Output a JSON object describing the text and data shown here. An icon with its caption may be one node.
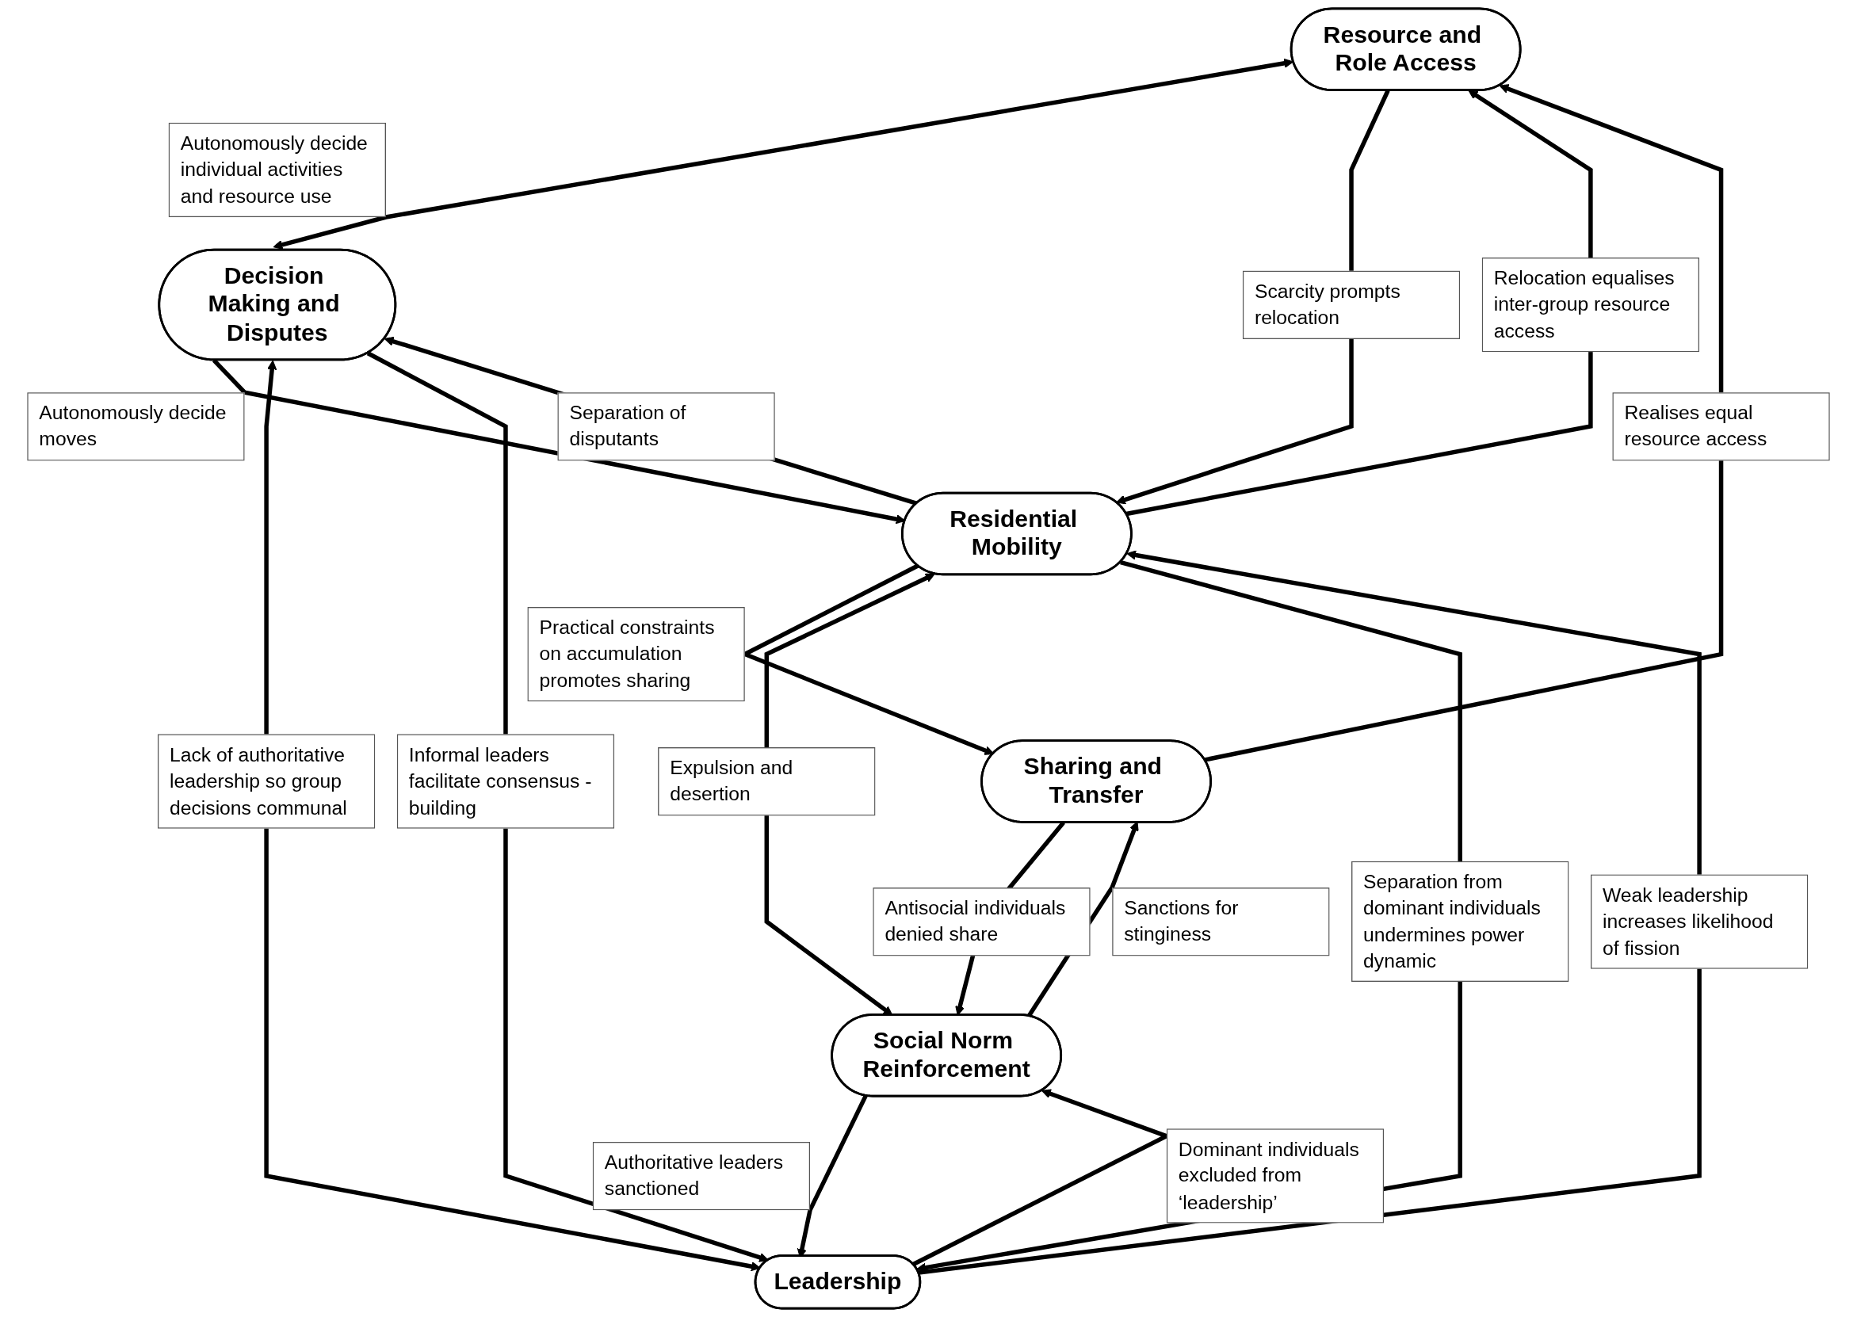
{
  "diagram": {
    "nodes": [
      {
        "text": [
          "Resource and Role Access"
        ]
      },
      {
        "text": [
          "Decision Making and Disputes"
        ]
      },
      {
        "text": [
          "Sharing and Transfer"
        ]
      },
      {
        "text": [
          "Residential Mobility"
        ]
      },
      {
        "text": [
          "Social Norm Reinforcement"
        ]
      },
      {
        "text": [
          "Leadership"
        ]
      }
    ],
    "edges": [
      {
        "from": 0,
        "to": 1,
        "arrow": "both",
        "label": "Autonomously decide individual activities and resource use"
      },
      {
        "from": 2,
        "to": 0,
        "arrow": "to",
        "label": "Realises equal resource access"
      },
      {
        "from": 3,
        "to": 0,
        "arrow": "to",
        "label": "Relocation equalises inter-group resource access"
      },
      {
        "from": 0,
        "to": 3,
        "arrow": "to",
        "label": "Scarcity prompts relocation"
      },
      {
        "from": 3,
        "to": 1,
        "arrow": "to",
        "label": "Separation of disputants"
      },
      {
        "from": 3,
        "to": 2,
        "arrow": "to",
        "label": "Practical constraints on accumulation promotes sharing"
      },
      {
        "from": 1,
        "to": 3,
        "arrow": "to",
        "label": "Autonomously decide moves"
      },
      {
        "from": 4,
        "to": 2,
        "arrow": "to",
        "label": "Sanctions for stinginess"
      },
      {
        "from": 2,
        "to": 4,
        "arrow": "to",
        "label": "Antisocial individuals denied share"
      },
      {
        "from": 3,
        "to": 4,
        "arrow": "both",
        "label": "Expulsion and desertion"
      },
      {
        "from": 1,
        "to": 5,
        "arrow": "both",
        "label": "Lack of authoritative leadership so group decisions communal"
      },
      {
        "from": 5,
        "to": 3,
        "arrow": "to",
        "label": "Weak leadership increases likelihood of fission"
      },
      {
        "from": 3,
        "to": 5,
        "arrow": "to",
        "label": "Separation from dominant individuals undermines power dynamic"
      },
      {
        "from": 1,
        "to": 5,
        "arrow": "to",
        "label": "Informal leaders facilitate consensus -building"
      },
      {
        "from": 5,
        "to": 4,
        "arrow": "to",
        "label": "Dominant individuals excluded from ‘leadership’"
      },
      {
        "from": 4,
        "to": 5,
        "arrow": "to",
        "label": "Authoritative leaders sanctioned"
      }
    ]
  }
}
